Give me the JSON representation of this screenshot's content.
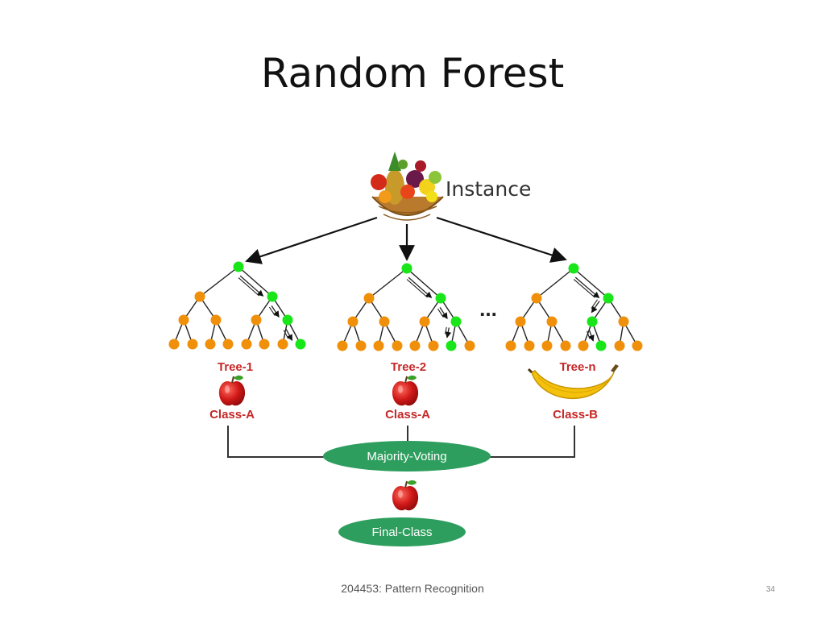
{
  "slide": {
    "title": "Random Forest"
  },
  "diagram": {
    "instance_label": "Instance",
    "ellipsis": "...",
    "trees": [
      {
        "name": "Tree-1",
        "class": "Class-A",
        "fruit": "apple-icon"
      },
      {
        "name": "Tree-2",
        "class": "Class-A",
        "fruit": "apple-icon"
      },
      {
        "name": "Tree-n",
        "class": "Class-B",
        "fruit": "banana-icon"
      }
    ],
    "voting_label": "Majority-Voting",
    "final_fruit": "apple-icon",
    "final_label": "Final-Class",
    "colors": {
      "node_default": "#f0900a",
      "node_path": "#19e619",
      "tree_label": "#c62828",
      "ellipse": "#2e9e5e",
      "ellipse_text": "#ffffff",
      "apple": "#d01818",
      "banana": "#f4c20d"
    }
  },
  "footer": {
    "text": "204453: Pattern Recognition",
    "page": "34"
  }
}
